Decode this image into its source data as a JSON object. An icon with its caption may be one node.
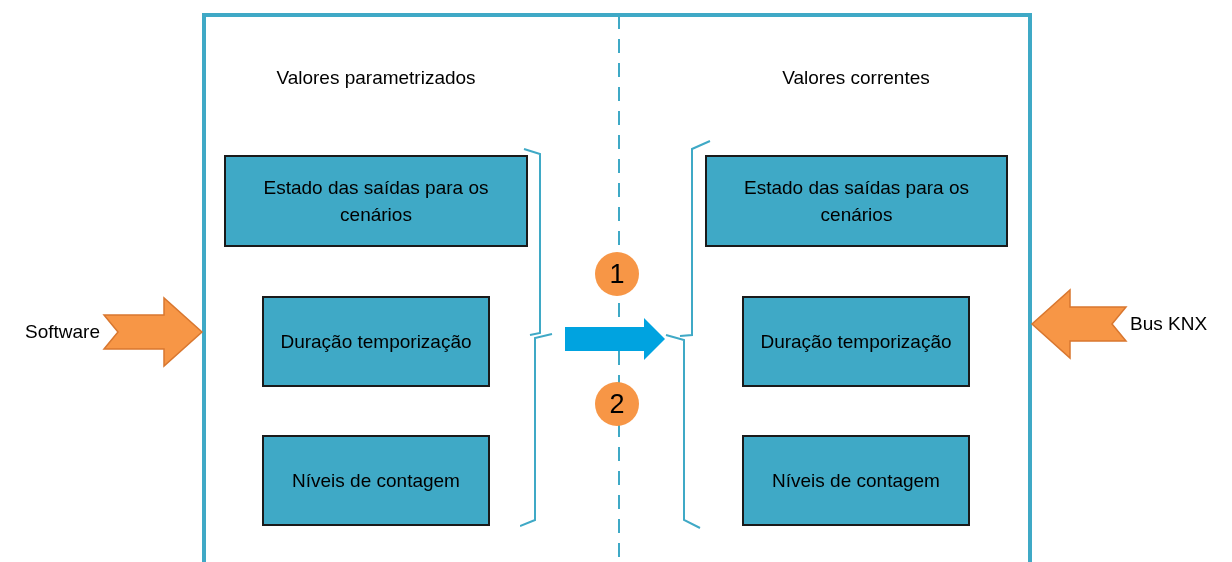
{
  "diagram": {
    "nodes": [
      {
        "text": [],
        "shape": "box"
      },
      {
        "text": [
          "Estado das saídas para os cenários"
        ],
        "in": 0
      },
      {
        "text": [
          "Duração temporização"
        ],
        "in": 0
      },
      {
        "text": [
          "Níveis de contagem"
        ],
        "in": 0
      },
      {
        "text": [
          "1"
        ],
        "in": 0
      },
      {
        "text": [
          "2"
        ],
        "in": 0
      },
      {
        "text": [
          "Estado das saídas para os cenários"
        ],
        "in": 0
      },
      {
        "text": [
          "Duração temporização"
        ],
        "in": 0
      },
      {
        "text": [
          "Níveis de contagem"
        ],
        "in": 0
      },
      {
        "text": [
          "Software"
        ]
      },
      {
        "text": [
          "Bus KNX"
        ]
      },
      {
        "text": [],
        "shape": "bracket",
        "in": 0
      },
      {
        "text": [],
        "shape": "bracket",
        "in": 0
      }
    ],
    "edges": [
      {
        "from": 9,
        "to": 0,
        "arrow": "to"
      },
      {
        "from": 10,
        "to": 0,
        "arrow": "to"
      },
      {
        "from": 11,
        "to": 12,
        "arrow": "to",
        "color": "#00a3e0"
      }
    ],
    "labels": [
      "Valores parametrizados",
      "Valores correntes"
    ]
  }
}
